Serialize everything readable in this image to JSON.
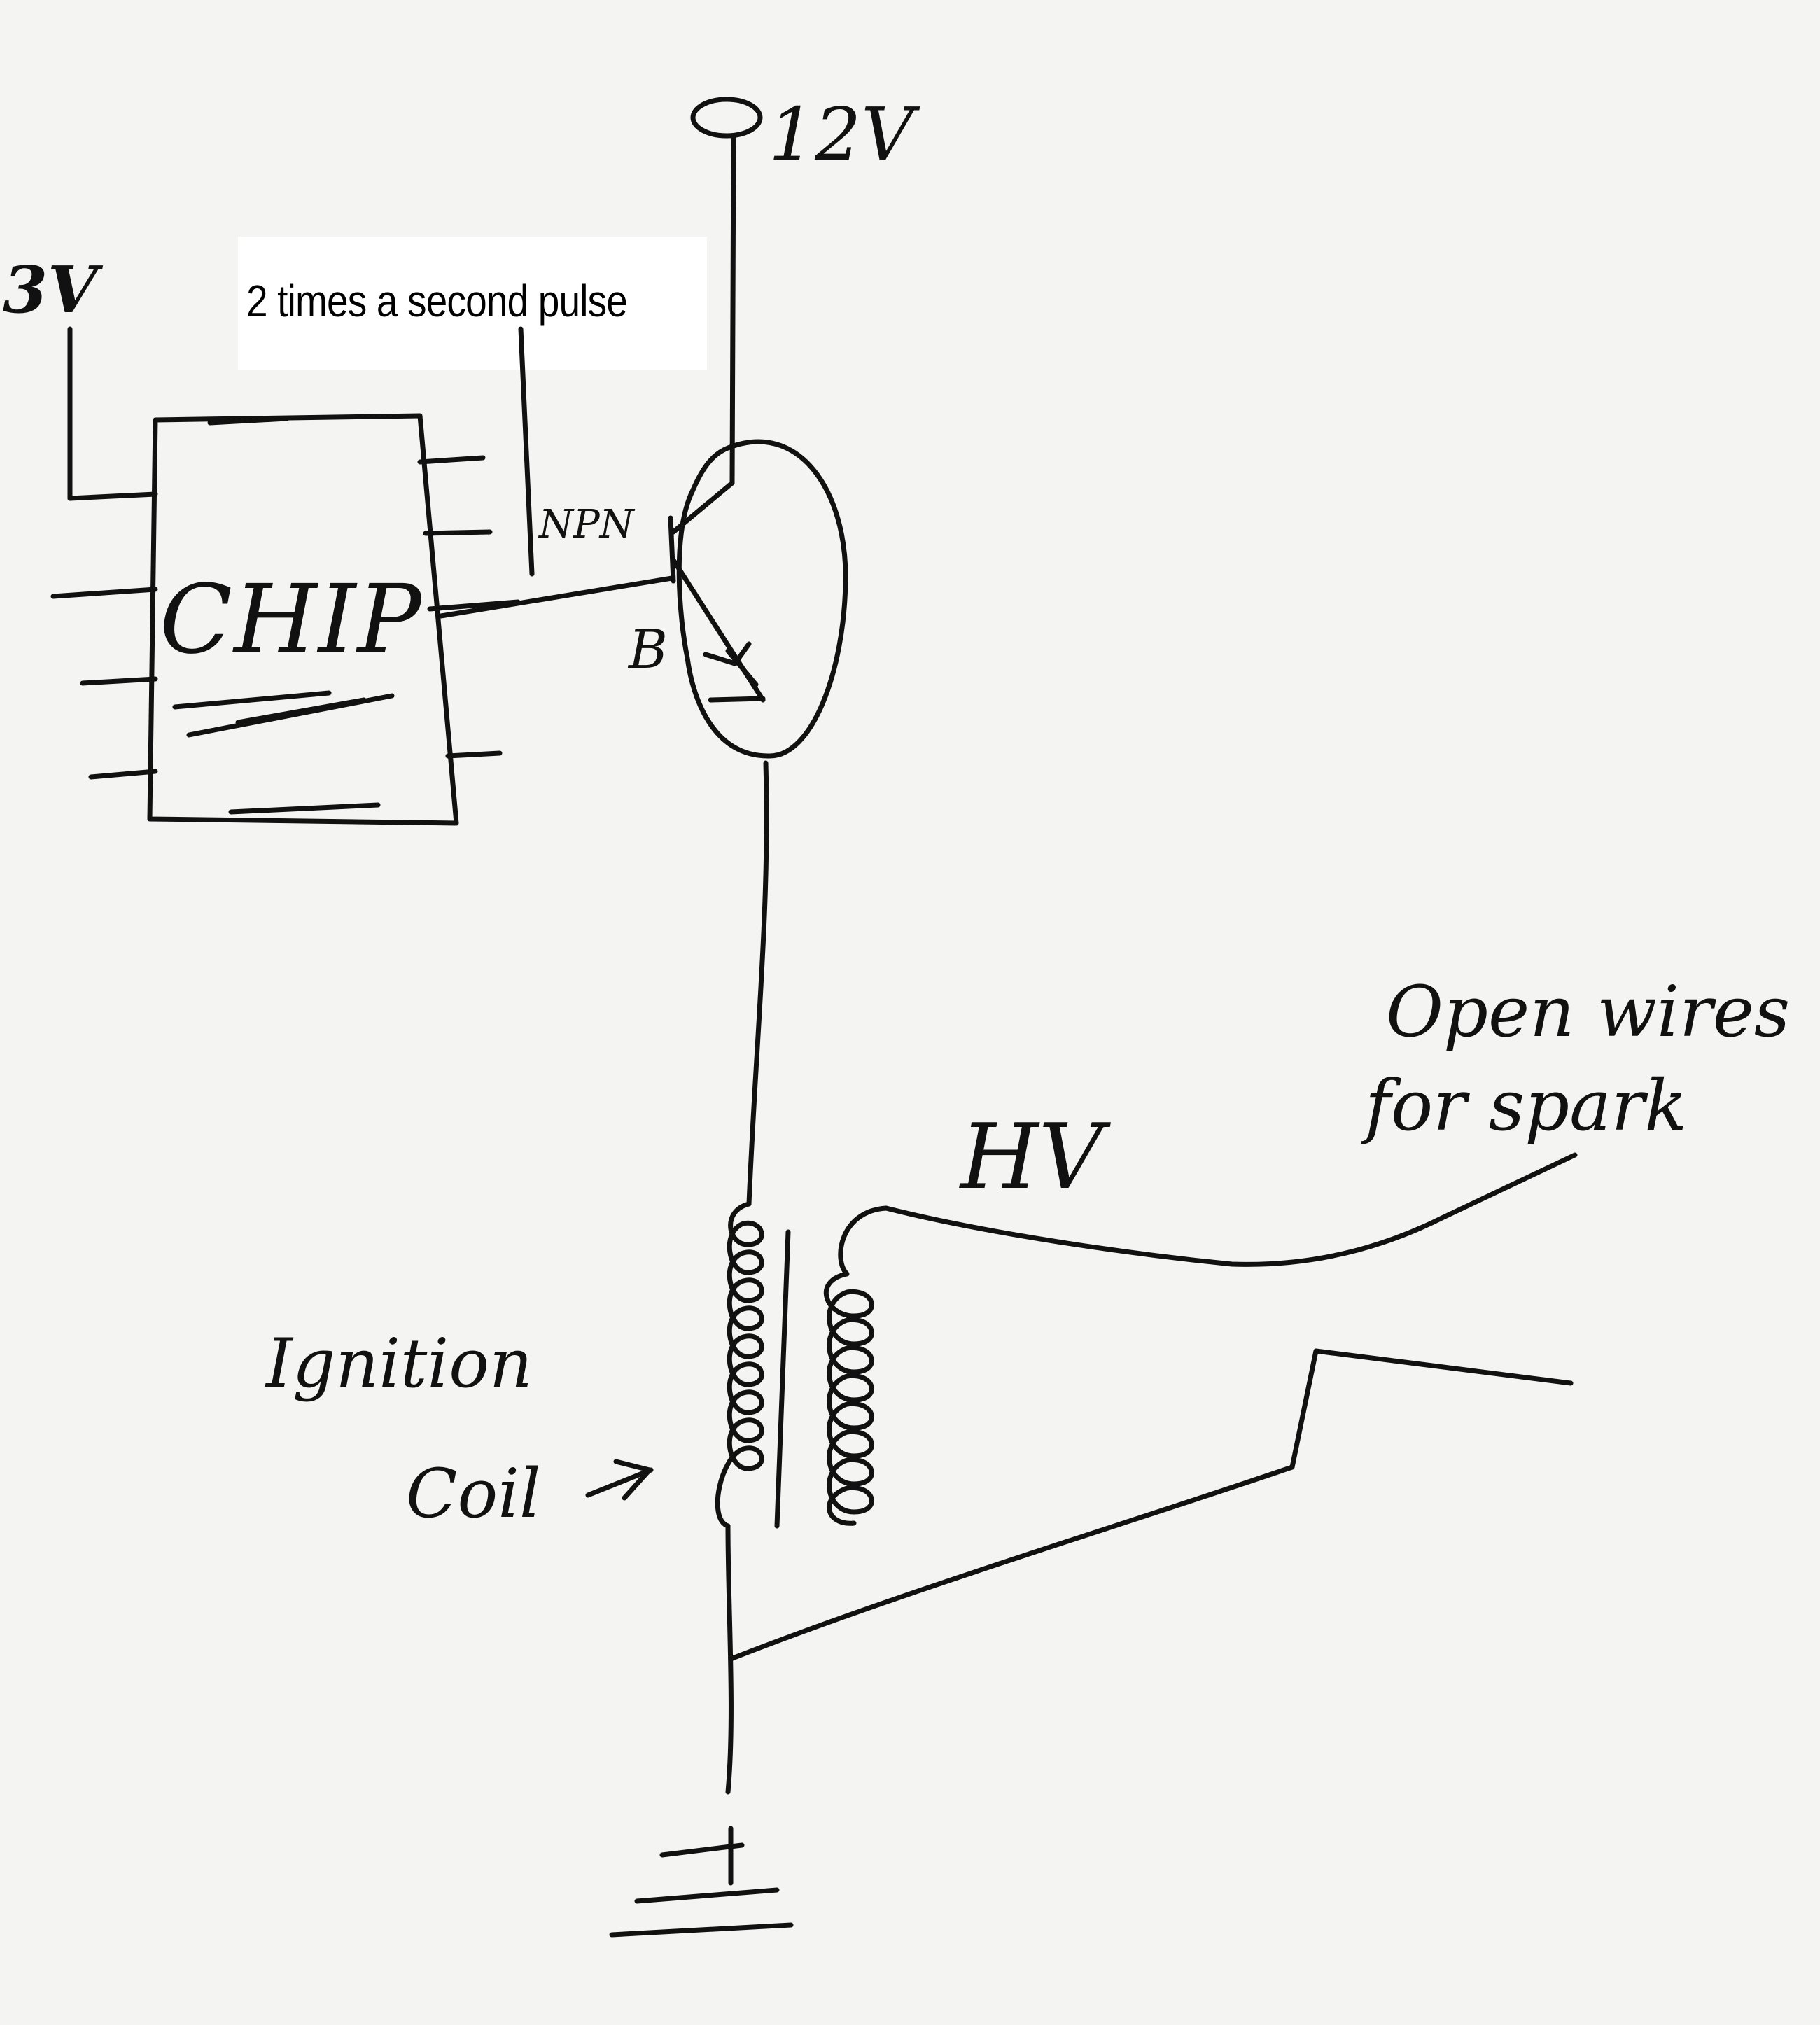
{
  "labels": {
    "supply_top": "12V",
    "supply_chip": "3V",
    "pulse_note": "2 times a second pulse",
    "transistor_type": "NPN",
    "base_pin": "B",
    "chip_name": "CHIP",
    "high_voltage": "HV",
    "spark_line1": "Open wires",
    "spark_line2": "for spark",
    "coil_line1": "Ignition",
    "coil_line2": "Coil"
  },
  "colors": {
    "ink": "#111111",
    "paper": "#f4f4f2",
    "label_box": "#ffffff"
  }
}
